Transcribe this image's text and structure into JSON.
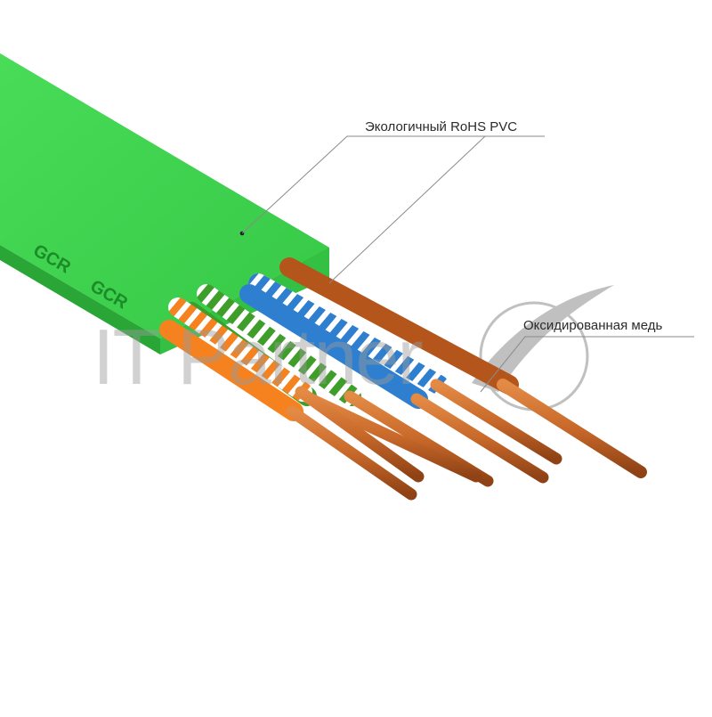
{
  "image": {
    "subject": "flat-network-cable-cross-section",
    "brand_marking": "GCR",
    "callouts": [
      {
        "text": "Экологичный RoHS PVC"
      },
      {
        "text": "Оксидированная медь"
      }
    ],
    "watermark": "IT Partner",
    "colors": {
      "jacket": "#3fd24f",
      "jacket_dark": "#2fb63d",
      "orange": "#f5821f",
      "green": "#3f9e2a",
      "blue": "#2f7fd0",
      "brown": "#b4561b",
      "copper": "#c8692a",
      "stripe": "#ffffff"
    },
    "icons": [
      "watermark-logo-swoosh-icon"
    ]
  }
}
